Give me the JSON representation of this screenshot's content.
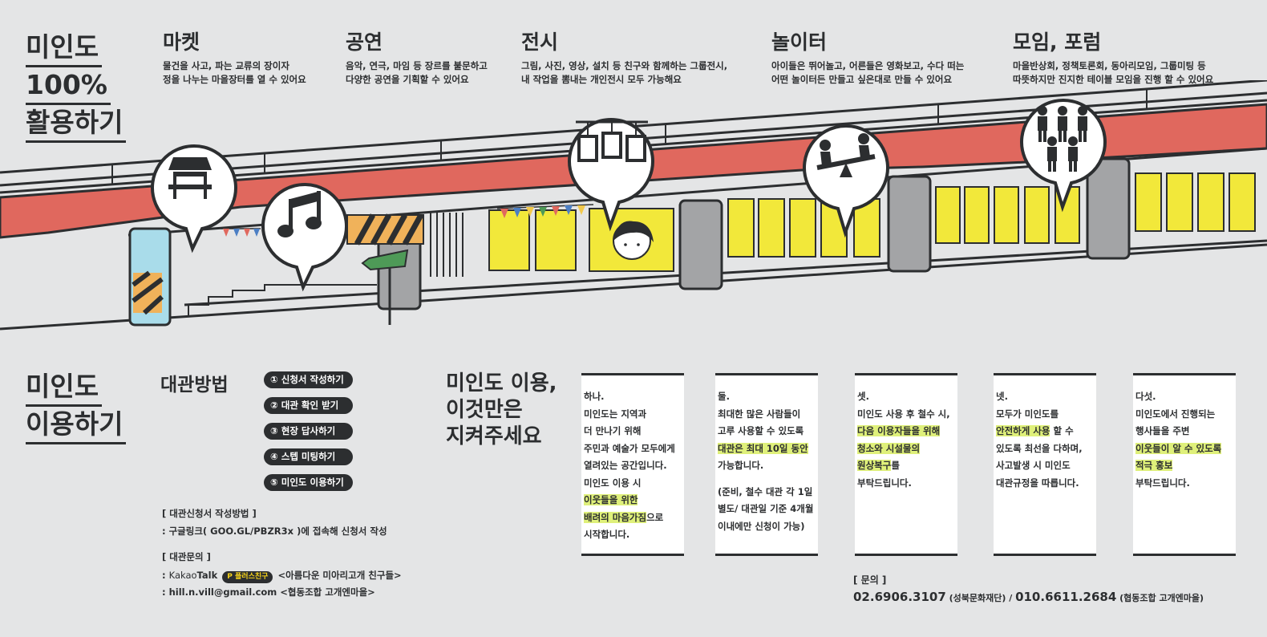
{
  "colors": {
    "dark": "#2c2e30",
    "bg": "#e4e5e6",
    "red": "#e0685e",
    "yellow": "#f2e83a",
    "highlight": "#dff07a",
    "gray": "#a3a4a6"
  },
  "section1": {
    "title_lines": [
      "미인도",
      "100%",
      "활용하기"
    ]
  },
  "categories": [
    {
      "title": "마켓",
      "desc": [
        "물건을 사고, 파는 교류의 장이자",
        "정을 나누는 마을장터를 열 수 있어요"
      ],
      "icon": "market-stall-icon"
    },
    {
      "title": "공연",
      "desc": [
        "음악, 연극, 마임 등 장르를 불문하고",
        "다양한 공연을 기획할 수 있어요"
      ],
      "icon": "music-note-icon"
    },
    {
      "title": "전시",
      "desc": [
        "그림, 사진, 영상, 설치 등 친구와 함께하는 그룹전시,",
        "내 작업을 뽐내는 개인전시 모두 가능해요"
      ],
      "icon": "picture-frames-icon"
    },
    {
      "title": "놀이터",
      "desc": [
        "아이들은 뛰어놀고, 어른들은 영화보고, 수다 떠는",
        "어떤 놀이터든 만들고 싶은대로 만들 수 있어요"
      ],
      "icon": "seesaw-icon"
    },
    {
      "title": "모임, 포럼",
      "desc": [
        "마을반상회, 정책토론회, 동아리모임, 그룹미팅 등",
        "따뜻하지만 진지한 테이블 모임을 진행 할 수 있어요"
      ],
      "icon": "people-group-icon"
    }
  ],
  "section2": {
    "title_lines": [
      "미인도",
      "이용하기"
    ]
  },
  "rental": {
    "heading": "대관방법",
    "steps": [
      "① 신청서 작성하기",
      "② 대관 확인 받기",
      "③ 현장 답사하기",
      "④ 스텝 미팅하기",
      "⑤ 미인도 이용하기"
    ],
    "form_title": "[ 대관신청서 작성방법 ]",
    "form_desc": ": 구글링크( GOO.GL/PBZR3x )에 접속해 신청서 작성",
    "inquiry_title": "[ 대관문의 ]",
    "kakao_prefix": ": ",
    "kakao_brand_a": "Kakao",
    "kakao_brand_b": "Talk",
    "kakao_badge": "P 플러스친구",
    "kakao_name": "<아름다운 미아리고개 친구들>",
    "email_line": ": hill.n.vill@gmail.com <협동조합 고개엔마을>"
  },
  "rules_title_lines": [
    "미인도 이용,",
    "이것만은",
    "지켜주세요"
  ],
  "rules": [
    {
      "lines": [
        {
          "t": "하나."
        },
        {
          "t": "미인도는 지역과"
        },
        {
          "t": "더 만나기 위해"
        },
        {
          "t": "주민과 예술가 모두에게"
        },
        {
          "t": "열려있는 공간입니다."
        },
        {
          "t": "미인도 이용 시"
        },
        {
          "t": "이웃들을 위한",
          "hl": true
        },
        {
          "parts": [
            {
              "t": "배려의 마음가짐",
              "hl": true
            },
            {
              "t": "으로"
            }
          ]
        },
        {
          "t": "시작합니다."
        }
      ]
    },
    {
      "lines": [
        {
          "t": "둘."
        },
        {
          "t": "최대한 많은 사람들이"
        },
        {
          "t": "고루 사용할 수 있도록"
        },
        {
          "t": "대관은 최대 10일 동안",
          "hl": true
        },
        {
          "t": "가능합니다."
        },
        {
          "gap": true
        },
        {
          "t": "(준비, 철수 대관 각 1일"
        },
        {
          "t": "별도/ 대관일 기준 4개월"
        },
        {
          "t": "이내에만 신청이 가능)"
        }
      ]
    },
    {
      "lines": [
        {
          "t": "셋."
        },
        {
          "t": "미인도 사용 후 철수 시,"
        },
        {
          "t": "다음 이용자들을 위해",
          "hl": true
        },
        {
          "t": "청소와 시설물의",
          "hl": true
        },
        {
          "parts": [
            {
              "t": "원상복구",
              "hl": true
            },
            {
              "t": "를"
            }
          ]
        },
        {
          "t": "부탁드립니다."
        }
      ]
    },
    {
      "lines": [
        {
          "t": "넷."
        },
        {
          "t": "모두가 미인도를"
        },
        {
          "parts": [
            {
              "t": "안전하게 사용",
              "hl": true
            },
            {
              "t": " 할 수"
            }
          ]
        },
        {
          "t": "있도록 최선을 다하며,"
        },
        {
          "t": "사고발생 시 미인도"
        },
        {
          "t": "대관규정을 따릅니다."
        }
      ]
    },
    {
      "lines": [
        {
          "t": "다섯."
        },
        {
          "t": "미인도에서 진행되는"
        },
        {
          "t": "행사들을 주변"
        },
        {
          "t": "이웃들이 알 수 있도록",
          "hl": true
        },
        {
          "t": "적극 홍보",
          "hl": true
        },
        {
          "t": "부탁드립니다."
        }
      ]
    }
  ],
  "contact": {
    "label": "[ 문의 ]",
    "phone1": "02.6906.3107",
    "org1": " (성북문화재단) / ",
    "phone2": "010.6611.2684",
    "org2": " (협동조합 고개엔마을)"
  }
}
